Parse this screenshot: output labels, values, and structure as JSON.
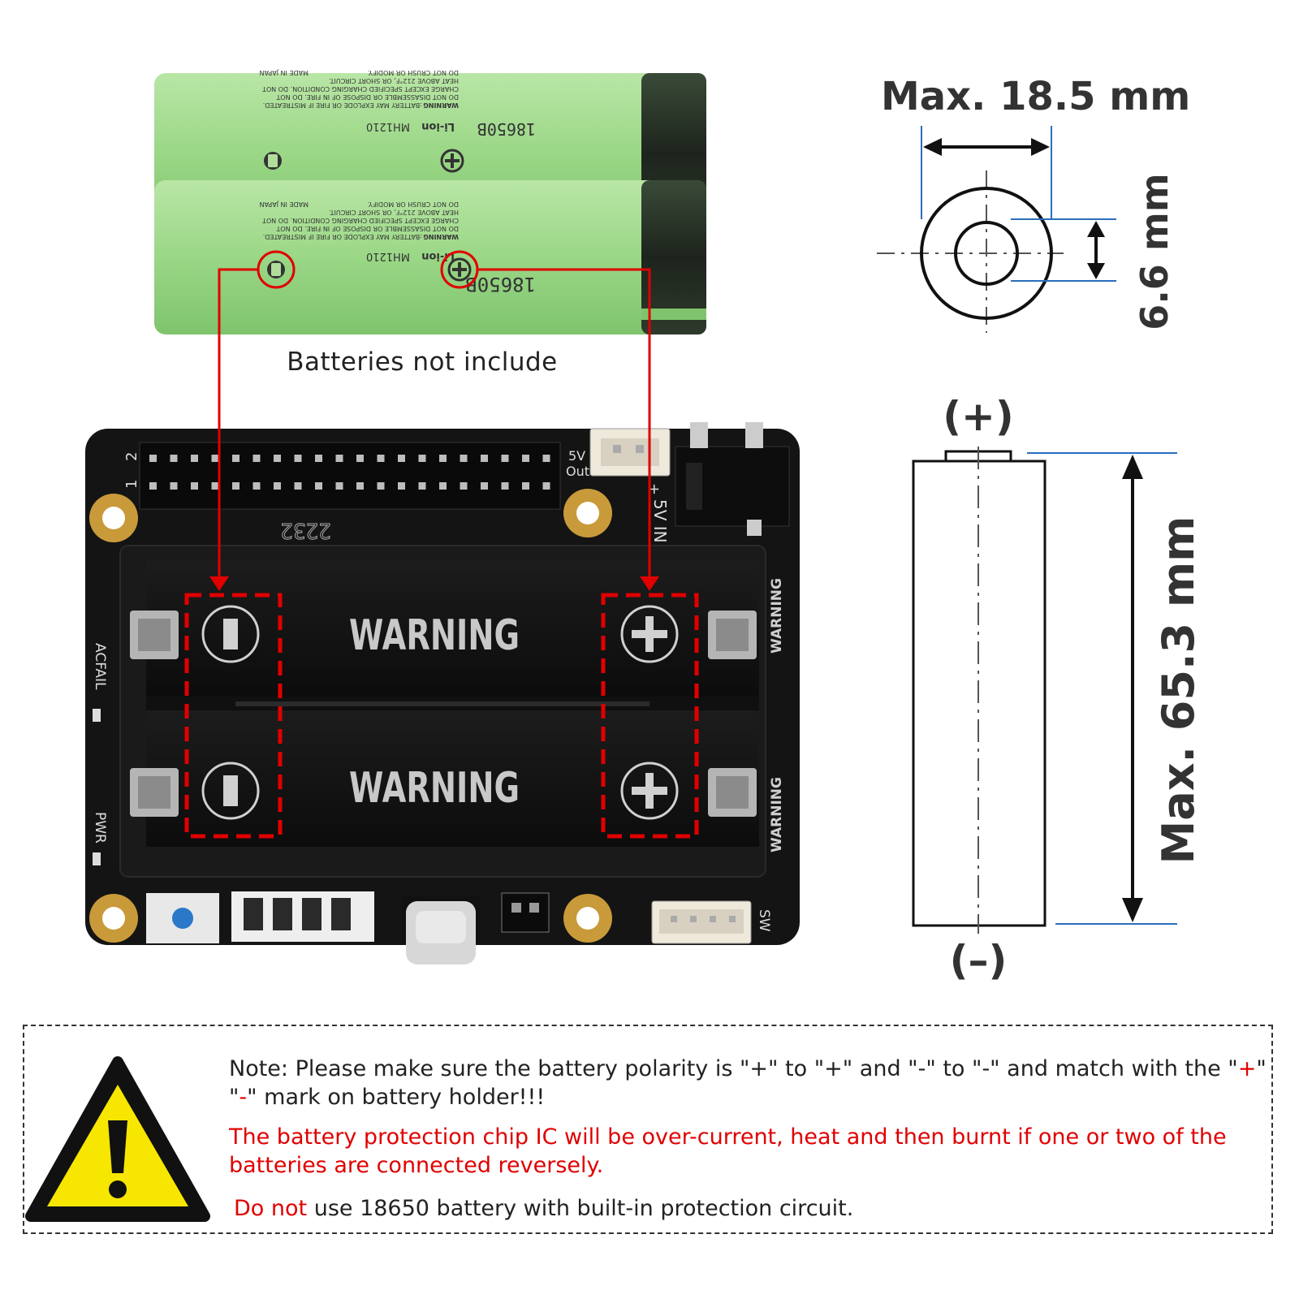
{
  "caption": "Batteries not include",
  "dimensions": {
    "diameter": "Max. 18.5 mm",
    "terminal": "6.6 mm",
    "length": "Max. 65.3 mm",
    "positive_label": "(+)",
    "negative_label": "(–)"
  },
  "battery_print": {
    "model": "18650B",
    "type": "Li-ion",
    "code": "MH1210",
    "warning_title": "WARNING",
    "warning_line1": ":BATTERY MAY EXPLODE OR FIRE IF MISTREATED.",
    "warning_line2": "DO NOT DISASSEMBLE OR DISPOSE OF IN FIRE. DO NOT",
    "warning_line3": "CHARGE EXCEPT SPECIFIED CHARGING CONDITION. DO NOT",
    "warning_line4": "HEAT ABOVE 212°F, OR SHORT CIRCUIT.",
    "warning_line5": "DO NOT CRUSH OR MODIFY.",
    "origin": "MADE IN JAPAN"
  },
  "board": {
    "holder_warning": "WARNING",
    "side_warning": "WARNING",
    "pin_1": "1",
    "pin_2": "2",
    "out_label_1": "5V",
    "out_label_2": "Out",
    "in_label": "5V IN",
    "plus_sign": "+",
    "chip_code": "2232",
    "acfail_label": "ACFAIL",
    "pwr_label": "PWR",
    "sw_label": "SW"
  },
  "note": {
    "line1_prefix": "Note: Please make sure the battery polarity is \"+\" to \"+\" and \"-\" to \"-\" and match with the \"",
    "line1_plus": "+",
    "line1_mid": "\" \"",
    "line1_minus": "-",
    "line1_suffix": "\" mark on battery holder!!!",
    "red_warning": "The battery protection chip IC will be over-current, heat and then burnt if one or two of the batteries are connected reversely.",
    "last_red": "Do not",
    "last_rest": " use 18650 battery with built-in protection circuit."
  },
  "colors": {
    "accent_red": "#e00000",
    "dimension_blue": "#2a6ebc",
    "battery_green": "#9ed88c",
    "pcb_black": "#141414",
    "warning_yellow": "#f7e600"
  }
}
